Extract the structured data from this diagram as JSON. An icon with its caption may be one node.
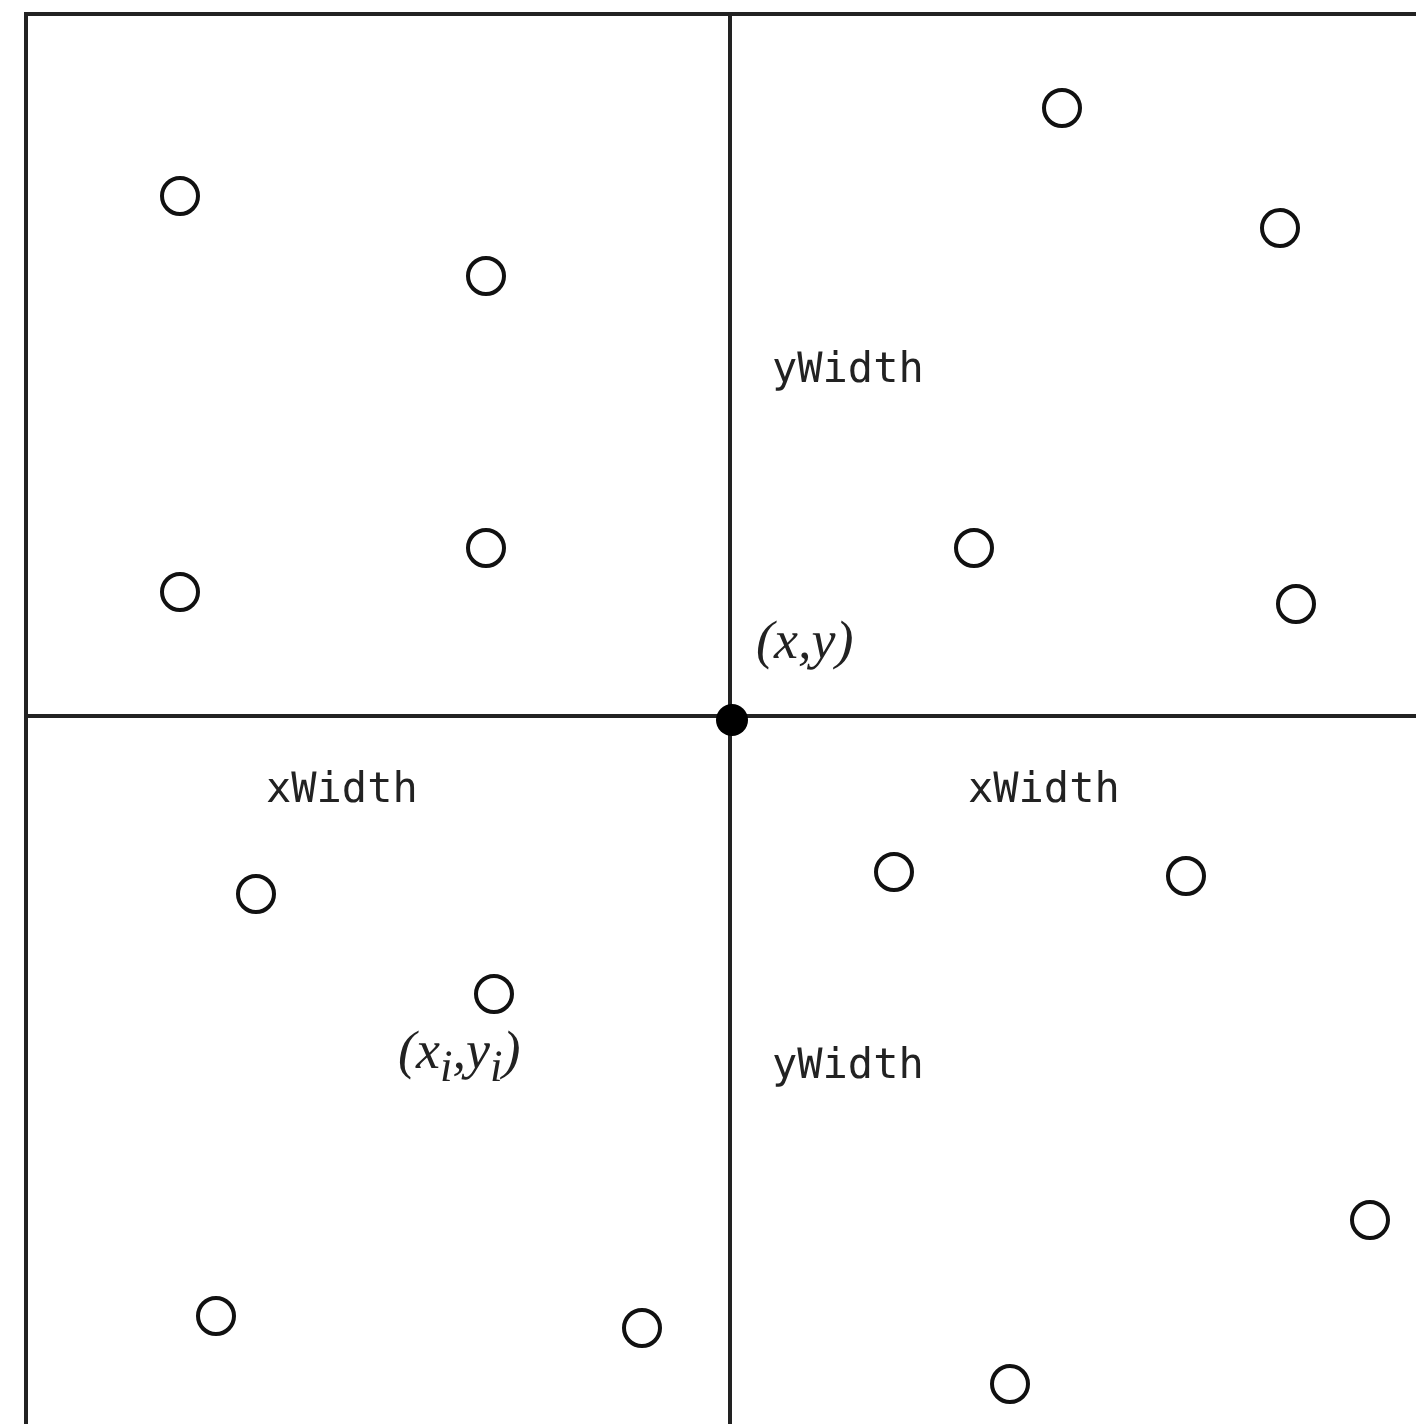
{
  "diagram": {
    "labels": [
      "yWidth",
      "(x,y)",
      "xWidth",
      "xWidth",
      "(x$_{i}$,y$_{i}$)",
      "yWidth"
    ]
  }
}
